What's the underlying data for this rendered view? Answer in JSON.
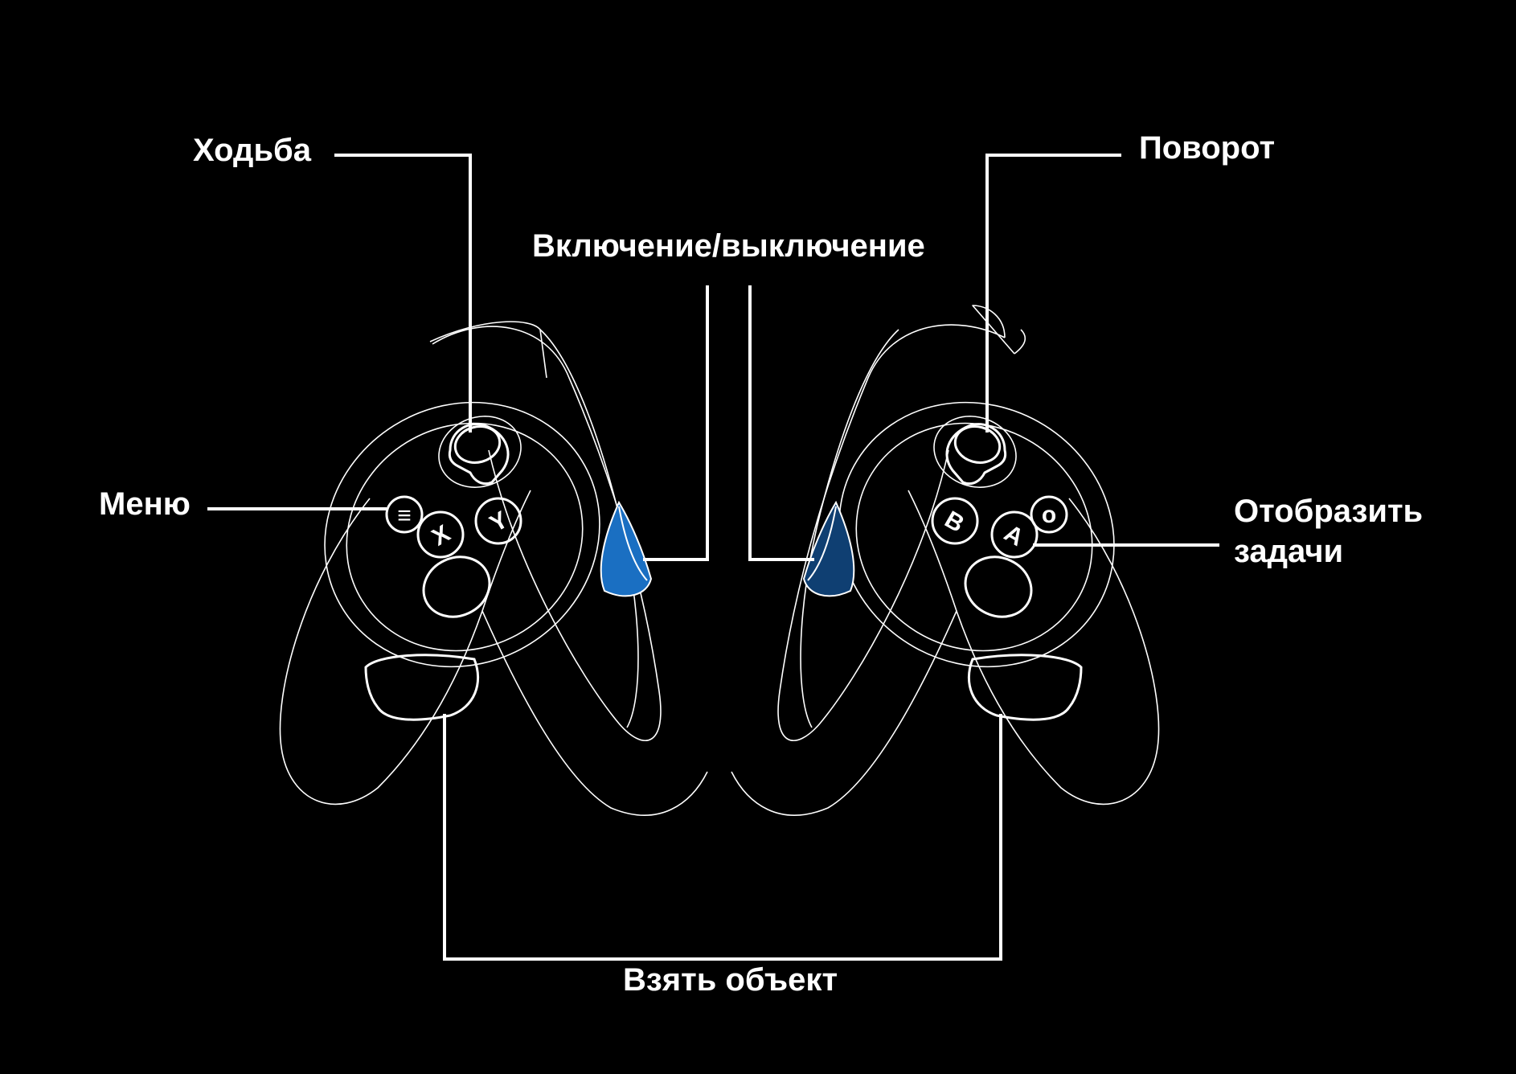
{
  "diagram": {
    "labels": {
      "walk": "Ходьба",
      "menu": "Меню",
      "power": "Включение/выключение",
      "turn": "Поворот",
      "show_tasks_line1": "Отобразить",
      "show_tasks_line2": "задачи",
      "grab": "Взять объект"
    },
    "buttons": {
      "left": {
        "x": "X",
        "y": "Y",
        "menu": "≡"
      },
      "right": {
        "a": "A",
        "b": "B",
        "home": "o"
      }
    },
    "colors": {
      "background": "#000000",
      "lines": "#ffffff",
      "trigger_left": "#1a6fc2",
      "trigger_right": "#0f3f72"
    }
  }
}
